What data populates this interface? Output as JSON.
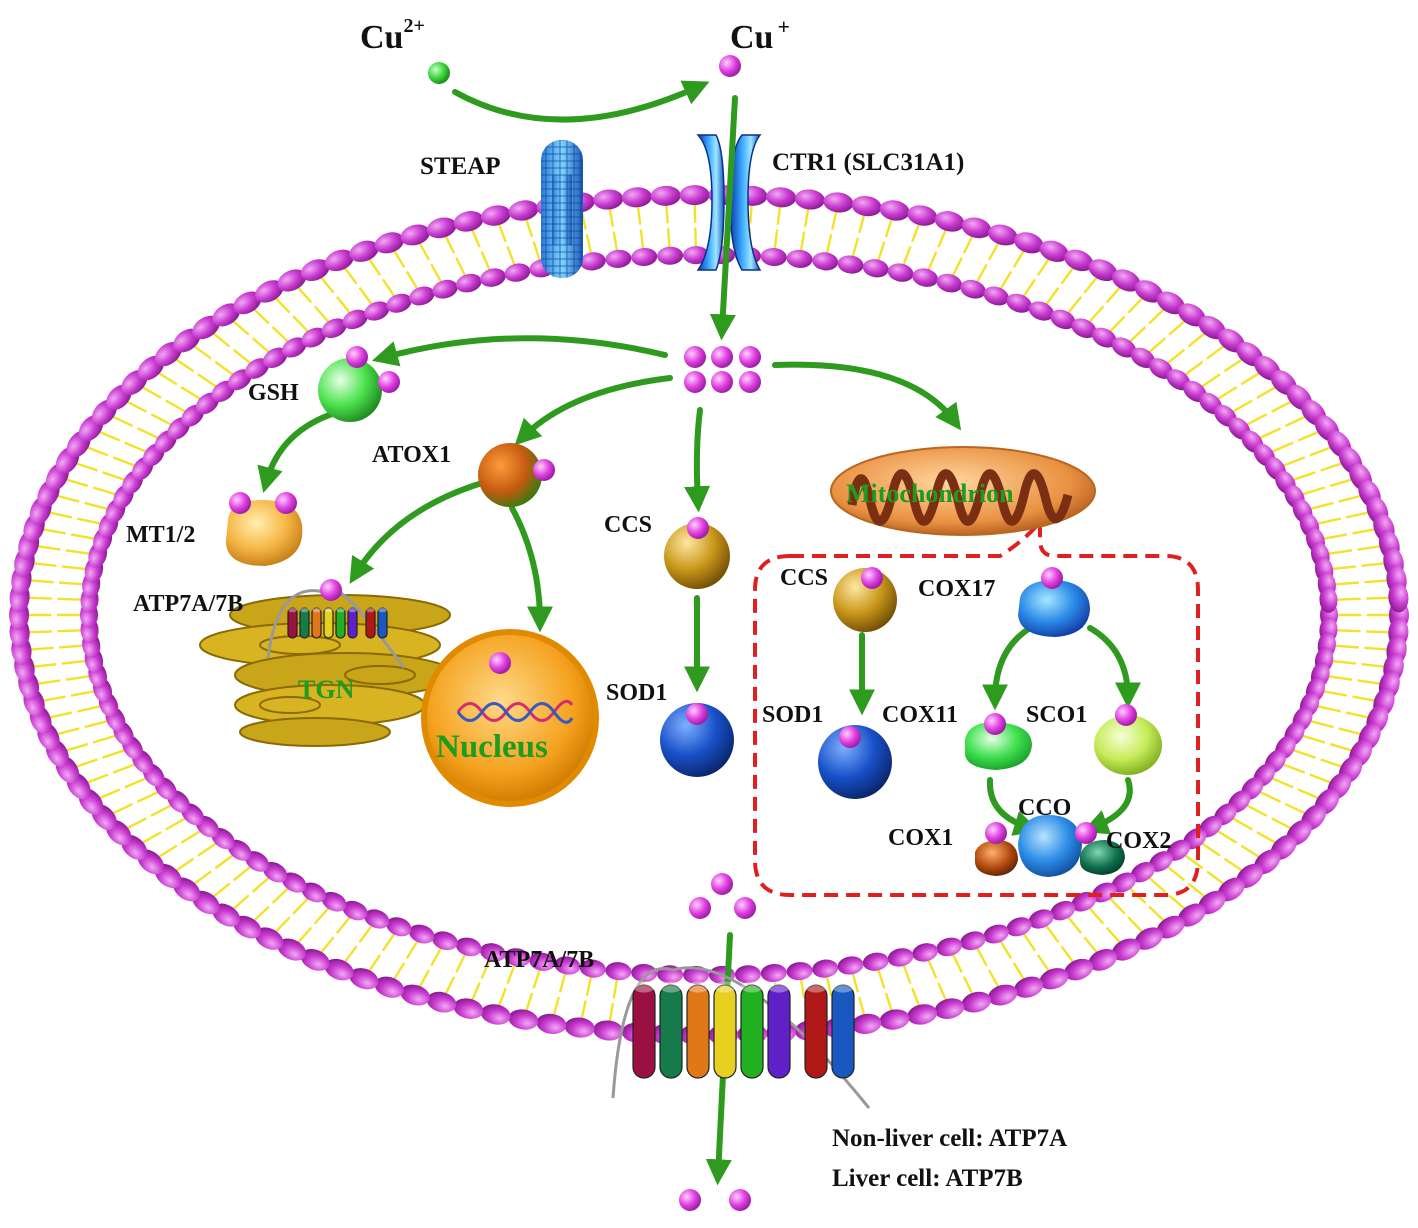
{
  "ions": {
    "cu2": {
      "base": "Cu",
      "charge": "2+"
    },
    "cu1": {
      "base": "Cu",
      "charge": "+"
    }
  },
  "labels": {
    "steap": "STEAP",
    "ctr1": "CTR1 (SLC31A1)",
    "gsh": "GSH",
    "atox1": "ATOX1",
    "mt12": "MT1/2",
    "atp7_tgn": "ATP7A/7B",
    "tgn": "TGN",
    "nucleus": "Nucleus",
    "ccs": "CCS",
    "sod1": "SOD1",
    "mitochondrion": "Mitochondrion",
    "ccs_mito": "CCS",
    "cox17": "COX17",
    "sod1_mito": "SOD1",
    "cox11": "COX11",
    "sco1": "SCO1",
    "cco": "CCO",
    "cox1": "COX1",
    "cox2": "COX2",
    "atp7_membrane": "ATP7A/7B"
  },
  "legend": {
    "line1": "Non-liver cell: ATP7A",
    "line2": "Liver cell: ATP7B"
  },
  "colors": {
    "arrow": "#2e9a1e",
    "copper_ion": "#e040e0",
    "cu2_ion": "#44dd44",
    "lipid_head": "#c83ad0",
    "lipid_tail": "#f2e22a",
    "dashed_box": "#e02020",
    "nucleus": "#f5a623",
    "mitochondrion": "#e8903a"
  }
}
